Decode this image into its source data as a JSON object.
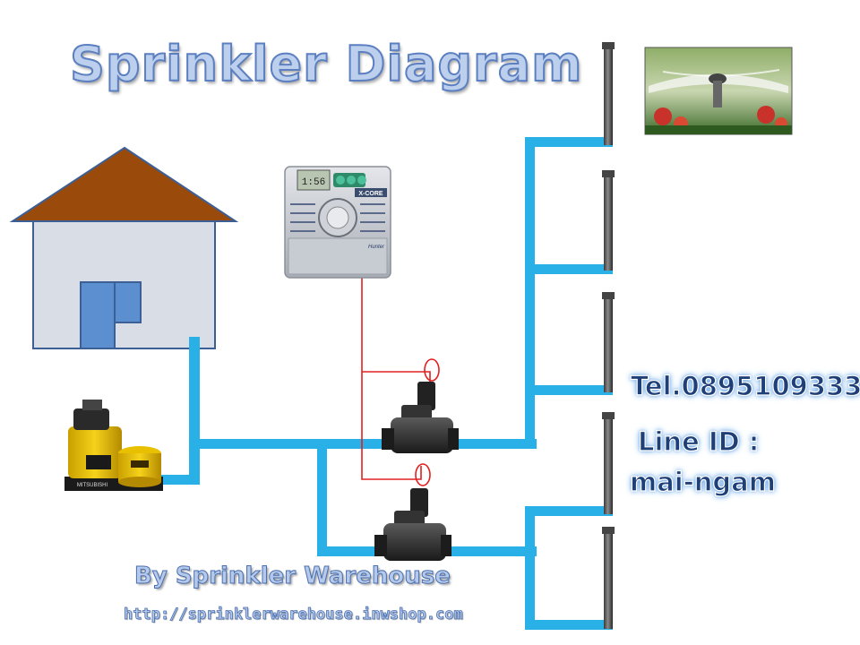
{
  "title": "Sprinkler Diagram",
  "contact": {
    "tel": "Tel.0895109333",
    "line_id_label": "Line ID :",
    "line_id_value": "mai-ngam"
  },
  "credit": {
    "byline": "By Sprinkler  Warehouse",
    "url": "http://sprinklerwarehouse.inwshop.com"
  },
  "controller": {
    "brand": "X-CORE",
    "maker": "Hunter",
    "display": "1:56"
  },
  "pump": {
    "brand": "MITSUBISHI"
  },
  "colors": {
    "pipe": "#29b0e6",
    "wire": "#e02020",
    "roof": "#9a4a0a",
    "house_wall": "#d9dde6",
    "door": "#5b8fd0"
  }
}
